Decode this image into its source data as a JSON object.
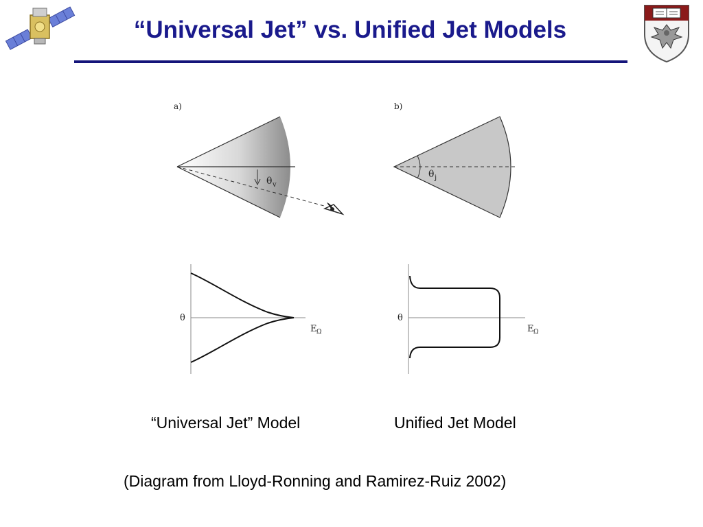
{
  "slide": {
    "title": "“Universal Jet” vs. Unified Jet Models"
  },
  "diagram": {
    "panel_a_label": "a)",
    "panel_b_label": "b)",
    "theta_v": "θ",
    "theta_v_sub": "v",
    "theta_j": "θ",
    "theta_j_sub": "j",
    "graph_a_ylabel": "θ",
    "graph_a_xlabel": "E",
    "graph_a_xlabel_sub": "Ω",
    "graph_b_ylabel": "θ",
    "graph_b_xlabel": "E",
    "graph_b_xlabel_sub": "Ω"
  },
  "captions": {
    "left": "“Universal Jet” Model",
    "right": "Unified Jet Model"
  },
  "credit": "(Diagram from  Lloyd-Ronning and Ramirez-Ruiz 2002)",
  "colors": {
    "title": "#1a1a8c",
    "rule": "#14147a",
    "crest": "#8b1a1a"
  },
  "icons": {
    "satellite": "satellite-icon",
    "crest": "university-crest-icon",
    "eye": "eye-icon"
  }
}
